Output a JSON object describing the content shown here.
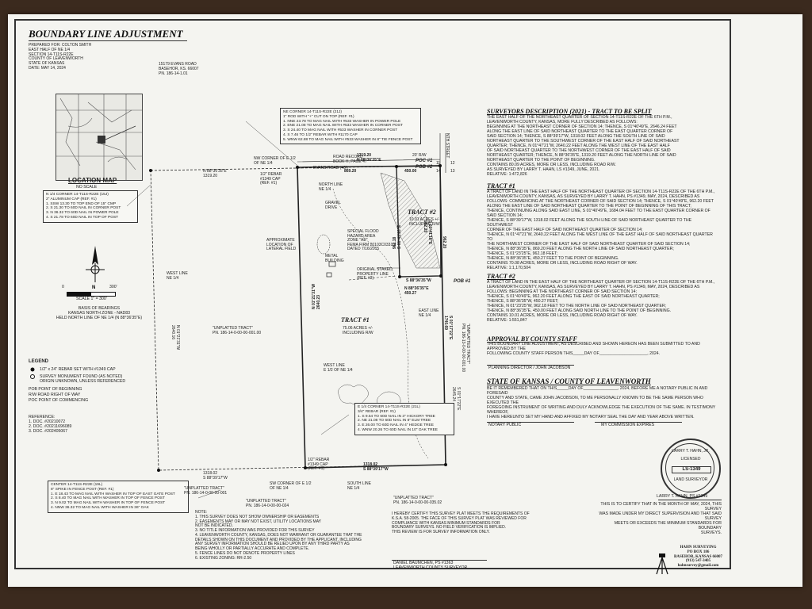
{
  "title": "BOUNDARY LINE ADJUSTMENT",
  "header_info": "PREPARED FOR: COLTON SMITH\nEAST HALF OF NE 1/4\nSECTION 14-T11S-R22E\nCOUNTY OF LEAVENWORTH\nSTATE OF KANSAS\nDATE: MAY 14, 2024",
  "address": "15179 EVANS ROAD\nBASEHOR, KS. 66007\nPN. 186-14-1.01",
  "location_map": {
    "title": "LOCATION MAP",
    "subtitle": "NO SCALE"
  },
  "scale": {
    "zero": "0",
    "max": "300'",
    "label": "SCALE 1\" = 300'"
  },
  "bearings": "BASIS OF BEARINGS\nKANSAS NORTH ZONE - NAD83\nHELD NORTH LINE OF NE 1/4 (N 88°36'35\"E)",
  "legend": {
    "title": "LEGEND",
    "items": [
      "1/2\" x 24\" REBAR SET WITH #1349 CAP",
      "SURVEY MONUMENT FOUND (AS NOTED)\nORIGIN UNKNOWN, UNLESS REFERENCED",
      "POB      POINT OF BEGINNING",
      "R/W      ROAD RIGHT OF WAY",
      "POC      POINT OF COMMENCING"
    ]
  },
  "references": "REFERENCE:\n1. DOC. #20210072\n2. DOC. #20211696089\n3. DOC. #202405067",
  "nq_corner": "N 1/4 CORNER 14-T11S-R22E (15J)\n2\" ALUMINUM CAP (REF. #1)\n1. SSW 13.30 TO TOP END OF 15\" CMP\n2. S 21.30 TO 60D NAIL IN CORNER POST\n3. N 36.32 TO 60D NAIL IN POWER POLE\n4. S 21.78 TO 60D NAIL IN TOP OF POST",
  "ne_corner": "NE CORNER 14-T11S-R22E (21J)\n1\" ROD WITH \"+\" CUT ON TOP (REF. #1)\n1. NNE 23.78 TO MAG NAIL WITH #533 WASHER IN POWER POLE\n2. ENE 21.08 TO MAG NAIL WITH #533 WASHER IN CORNER POST\n3. S 24.40 TO MAG NAIL WITH #533 WASHER IN CORNER POST\n4. S 7.46 TO 1/2\" REBAR WITH #1170 CAP\n5. WNW 62.88 TO MAG NAIL WITH #533 WASHER IN 8\" TIE FENCE POST",
  "e_quarter": "E 1/4 CORNER 14-T11S-R22E (21L)\n3/4\" REBAR (REF. #1)\n1. S 9.54 TO 60D NAIL IN 3\" HICKORY TREE\n2. NE 21.08 TO 60D NAIL IN 8\" ELM TREE\n3. E 26.00 TO 60D NAIL IN 4\" HEDGE TREE\n4. WNW 20.26 TO 60D NAIL IN 10\" OAK TREE",
  "center_q": "CENTER 14-T11S-R22E (19L)\n8\" SPIKE IN FENCE POST (REF. #1)\n1. E 18.43 TO MAG NAIL WITH WASHER IN TOP OF EAST GATE POST\n2. S 8.40 TO MAG NAIL WITH WASHER IN TOP OF FENCE POST\n3. N 9.02 TO MAG NAIL WITH WASHER IN TOP OF FENCE POST\n4. NNW 36.32 TO MAG NAIL WITH WASHER IN 36\" OAK",
  "map_labels": {
    "nw_corner": "NW CORNER OF E 1/2\nOF NE 1/4",
    "road_record": "ROAD RECORD\nBOOK H, PAGE 47",
    "evans": "EVANS ROAD (40')",
    "r_w": "20' R/W",
    "rebar_top": "1/2\" REBAR\n#1349 CAP\n(REF. #1)",
    "north_line": "NORTH LINE\nNE 1/4",
    "gravel": "GRAVEL\nDRIVE",
    "lateral": "APPROXIMATE\nLOCATION OF\nLATERAL FIELD",
    "metal_bldg": "METAL\nBUILDING",
    "flood": "SPECIAL FLOOD\nHAZARD AREA\nZONE \"AE\"\nFEMA FIRM 20103C0331G\nDATED 7/16/2015",
    "orig_line": "ORIGINAL STAKED\nPROPERTY LINE\n(REF. #3)",
    "west_line_ne": "WEST LINE\nNE 1/4",
    "east_line": "EAST LINE\nNE 1/4",
    "west_line_e12": "WEST LINE\nE 1/2 OF NE 1/4",
    "south_line": "SOUTH LINE\nNE 1/4",
    "sw_corner": "SW CORNER OF E 1/2\nOF NE 1/4",
    "rebar_bottom": "1/2\" REBAR\n#1349 CAP\n(REF. #1)",
    "unplatted_mid": "\"UNPLATTED TRACT\"\nPN. 186-14-0-00-00-001.00",
    "unplatted_bl": "\"UNPLATTED TRACT\"\nPN. 186-14-0-00-00-001",
    "unplatted_bm": "\"UNPLATTED TRACT\"\nPN. 186-14-0-00-00-024",
    "unplatted_br": "\"UNPLATTED TRACT\"\nPN. 186-14-0-00-00-035.02",
    "unplatted_right": "\"UNPLATTED TRACT\"\nPN. 186-13-0-00-00-001.00",
    "tract1": "TRACT #1",
    "tract1_area": "75.06 ACRES +/-\nINCLUDING R/W",
    "tract2": "TRACT #2",
    "tract2_area": "10.01 ACRES +/-\nINCLUDING R/W",
    "poc": "POC #1",
    "pob2": "POB #2",
    "pob1": "POB #1",
    "nth_street": "NTH STREET",
    "n1": "11",
    "n2": "12",
    "n3": "14",
    "n4": "13",
    "brg_top_left": "N 88°36'35\"E\n1319.20",
    "brg_top_mid": "1319.20\nN 88°36'35\"E",
    "dim_869": "869.20",
    "dim_450": "450.00",
    "brg_t2_bottom": "S 88°36'35\"W",
    "brg_t2_bottom2": "N 88°36'35\"E\n450.27",
    "brg_left_long": "N 01°21'31\"W\n2640.23",
    "brg_right_long": "S 01°17'22\"E\n1740.69",
    "brg_right_upper": "962.20",
    "brg_t2_left": "962.18\nS 01°41'18\"E",
    "brg_t2_right": "S 01°41'18\"E\n962.20",
    "brg_bottom_left": "1318.02\nS 88°39'17\"W",
    "brg_bottom_right": "1318.02\nS 88°39'17\"W",
    "w_line_len": "N 01°21'31\"W\n2640.16",
    "right_small": "S 01°17'22\"E\n2645.24"
  },
  "surveyors_heading": "SURVEYORS DESCRIPTION (2021) - TRACT TO BE SPLIT",
  "surveyors_text": "THE EAST HALF OF THE NORTHEAST QUARTER OF SECTION 14-T11S-R22E OF THE 6TH P.M.,\nLEAVENWORTH COUNTY, KANSAS, MORE FULLY DESCRIBED AS FOLLOWS:\nBEGINNING AT THE NORTHEAST CORNER OF SECTION 14; THENCE, S 01°40'49\"E, 2646.24 FEET\nALONG THE EAST LINE OF SAID NORTHEAST QUARTER TO THE EAST QUARTER CORNER OF\nSAID SECTION 14; THENCE, S 88°39'17\"W, 1318.02 FEET ALONG THE SOUTH LINE OF SAID\nNORTHEAST QUARTER TO THE SOUTHWEST CORNER OF THE EAST HALF OF SAID NORTHEAST\nQUARTER; THENCE, N 01°47'21\"W, 2640.22 FEET ALONG THE WEST LINE OF THE EAST HALF\nOF SAID NORTHEAST QUARTER TO THE NORTHWEST CORNER OF THE EAST HALF OF SAID\nNORTHEAST QUARTER; THENCE, N 88°36'35\"E, 1319.20 FEET ALONG THE NORTH LINE OF SAID\nNORTHEAST QUARTER TO THE POINT OF BEGINNING.\nCONTAINS 80.09 ACRES, MORE OR LESS, INCLUDING ROAD R/W.\nAS SURVEYED BY LARRY T. HAHN, LS #1349, JUNE, 2021.\nRELATIVE:  1:472,826",
  "tract1_heading": "TRACT #1",
  "tract1_text": "A TRACT OF LAND IN THE EAST HALF OF THE NORTHEAST QUARTER OF SECTION 14-T11S-R22E OF THE 6TH P.M.,\nLEAVENWORTH COUNTY, KANSAS, AS SURVEYED BY LARRY T. HAHN, PS #1349, MAY, 2024, DESCRIBED AS\nFOLLOWS: COMMENCING AT THE NORTHEAST CORNER OF SAID SECTION 14; THENCE, S 01°40'49\"E, 962.20 FEET\nALONG THE EAST LINE OF SAID NORTHEAST QUARTER TO THE POINT OF BEGINNING OF THIS TRACT;\nTHENCE, CONTINUING ALONG SAID EAST LINE, S 01°40'49\"E, 1684.04 FEET TO THE EAST QUARTER CORNER OF\nSAID SECTION 14;\nTHENCE, S 88°39'17\"W, 1318.02 FEET ALONG THE SOUTH LINE OF SAID NORTHEAST QUARTER TO THE SOUTHWEST\nCORNER OF THE EAST HALF OF SAID NORTHEAST QUARTER OF SECTION 14;\nTHENCE, N 01°47'21\"W, 2640.22 FEET ALONG THE WEST LINE OF THE EAST HALF OF SAID NORTHEAST QUARTER TO\nTHE NORTHWEST CORNER OF THE EAST HALF OF SAID NORTHEAST QUARTER OF SAID SECTION 14;\nTHENCE, N 88°36'35\"E, 869.20 FEET ALONG THE NORTH LINE OF SAID NORTHEAST QUARTER;\nTHENCE, S 01°23'25\"E, 962.18 FEET;\nTHENCE, N 88°36'35\"E, 450.27 FEET TO THE POINT OF BEGINNING.\nCONTAINS 70.08 ACRES, MORE OR LESS, INCLUDING ROAD RIGHT OF WAY.\nRELATIVE:  1:1,170,504",
  "tract2_heading": "TRACT #2",
  "tract2_text": "A TRACT OF LAND IN THE EAST HALF OF THE NORTHEAST QUARTER OF SECTION 14-T11S-R22E OF THE 6TH P.M.,\nLEAVENWORTH COUNTY, KANSAS, AS SURVEYED BY LARRY T. HAHN, PS #1349, MAY, 2024, DESCRIBED AS\nFOLLOWS: BEGINNING AT THE NORTHEAST CORNER OF SAID SECTION 14;\nTHENCE, S 01°40'49\"E, 962.20 FEET ALONG THE EAST OF SAID NORTHEAST QUARTER;\nTHENCE, S 88°36'35\"W, 450.27 FEET;\nTHENCE, N 01°23'25\"W, 962.18 FEET TO THE NORTH LINE OF SAID NORTHEAST QUARTER;\nTHENCE, N 88°36'35\"E, 450.00 FEET ALONG SAID NORTH LINE TO THE POINT OF BEGINNING.\nCONTAINS 10.01 ACRES, MORE OR LESS, INCLUDING ROAD RIGHT OF WAY.\nRELATIVE:  1:551,847",
  "approval_heading": "APPROVAL BY COUNTY STAFF",
  "approval_text": "THIS BOUNDARY LINE ADJUSTMENT, AS DESCRIBED AND SHOWN HEREON HAS BEEN SUBMITTED TO AND APPROVED BY THE\nFOLLOWING COUNTY STAFF PERSON THIS_____DAY OF_____________________, 2024.",
  "planning_director": "PLANNING DIRECTOR  /  JOHN JACOBSON",
  "state_heading": "STATE OF KANSAS  /  COUNTY OF LEAVENWORTH",
  "notary_text": "BE IT REMEMBERED THAT ON THIS_____DAY OF_______________, 2024, BEFORE ME A NOTARY PUBLIC IN AND FORESAID\nCOUNTY AND STATE, CAME JOHN JACOBSON, TO ME PERSONALLY KNOWN TO BE THE SAME PERSON WHO EXECUTED THE\nFOREGOING INSTRUMENT OF WRITING AND DULY ACKNOWLEDGE THE EXECUTION OF THE SAME. IN TESTIMONY WHEREOF,\nI HAVE HEREUNTO SET MY HAND AND AFFIXED MY NOTARY SEAL THE DAY AND YEAR ABOVE WRITTEN.",
  "notary_public": "NOTARY PUBLIC",
  "commission": "MY COMMISSION EXPIRES",
  "seal": {
    "top": "LARRY T. HAHN, JR.",
    "mid": "LICENSED",
    "num": "LS-1349",
    "bottom": "LAND SURVEYOR"
  },
  "surveyor_sig": "LARRY T. HAHN, PS        #1349",
  "certify_text": "THIS IS TO CERTIFY THAT IN THE MONTH OF MAY, 2024, THIS SURVEY\nWAS MADE UNDER MY DIRECT SUPERVISION AND THAT SAID SURVEY\nMEETS OR EXCEEDS THE MINIMUM STANDARDS FOR BOUNDARY\nSURVEYS.",
  "county_review": "I HEREBY CERTIFY THIS SURVEY PLAT MEETS THE REQUIREMENTS OF\nK.S.A. 58-2005. THE FACE OF THIS SURVEY PLAT WAS REVIEWED FOR\nCOMPLIANCE WITH KANSAS MINIMUM STANDARDS FOR\nBOUNDARY SURVEYS. NO FIELD VERIFICATION IS IMPLIED.\nTHIS REVIEW IS FOR SURVEY INFORMATION ONLY.",
  "county_surveyor": "DANIEL BAUMCHEN, PS           #1363\nLEAVENWORTH COUNTY SURVEYOR",
  "notes": "NOTE:\n1. THIS SURVEY DOES NOT SHOW OWNERSHIP OR EASEMENTS\n2. EASEMENTS MAY OR MAY NOT EXIST, UTILITY LOCATIONS MAY\n    NOT BE INDICATED.\n3. NO TITLE INFORMATION WAS PROVIDED FOR THIS SURVEY\n4. LEAVENWORTH COUNTY, KANSAS, DOES NOT WARRANT OR GUARANTEE THAT THE\n    DETAILS SHOWN ON THIS DOCUMENT AND PROVIDED BY THE APPLICANT, INCLUDING\n    ANY SURVEY INFORMATION SHOULD BE RELIED UPON BY ANY THIRD PARTY AS\n    BEING WHOLLY OR PARTIALLY ACCURATE AND COMPLETE.\n5. FENCE LINES DO NOT DENOTE PROPERTY LINES\n6. EXISTING ZONING:  RR-2.50",
  "company": "HAHN SURVEYING\nPO BOX 186\nBASEHOR, KANSAS 66007\n(913) 547-3405\nhahnsurvey@gmail.com"
}
